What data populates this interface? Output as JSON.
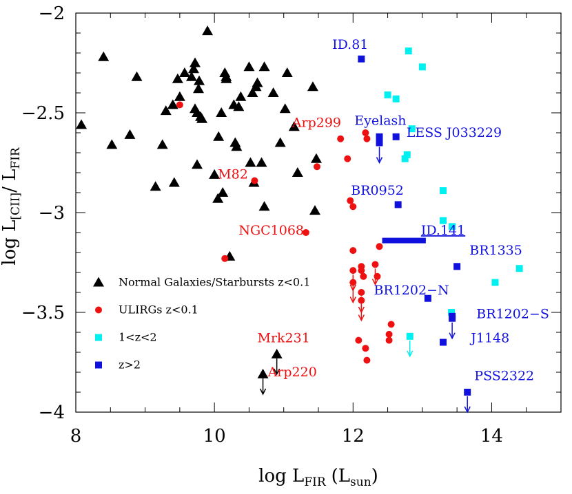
{
  "chart_data": {
    "type": "scatter",
    "xlabel_main": "log L",
    "xlabel_sub": "FIR",
    "xlabel_paren_open": "(L",
    "xlabel_unit_sub": "sun",
    "xlabel_paren_close": ")",
    "ylabel_main": "log L",
    "ylabel_sub1": "[CII]",
    "ylabel_mid": "/ L",
    "ylabel_sub2": "FIR",
    "xlim": [
      8,
      15
    ],
    "ylim": [
      -4,
      -2
    ],
    "x_ticks": [
      "8",
      "10",
      "12",
      "14"
    ],
    "y_ticks": [
      "−2",
      "−2.5",
      "−3",
      "−3.5",
      "−4"
    ],
    "colors": {
      "normal": "#000000",
      "ulirg": "#ee1111",
      "lowz": "#00f0f0",
      "highz": "#1111dd"
    },
    "legend": [
      {
        "label": "Normal Galaxies/Starbursts z<0.1",
        "marker": "triangle",
        "color": "#000000"
      },
      {
        "label": "ULIRGs z<0.1",
        "marker": "circle",
        "color": "#ee1111"
      },
      {
        "label": "1<z<2",
        "marker": "square",
        "color": "#00f0f0"
      },
      {
        "label": "z>2",
        "marker": "square",
        "color": "#1111dd"
      }
    ],
    "series": [
      {
        "name": "Normal Galaxies/Starbursts z<0.1",
        "marker": "triangle",
        "color": "#000000",
        "points": [
          [
            8.08,
            -2.56
          ],
          [
            8.4,
            -2.22
          ],
          [
            8.52,
            -2.66
          ],
          [
            8.78,
            -2.61
          ],
          [
            8.88,
            -2.32
          ],
          [
            9.15,
            -2.87
          ],
          [
            9.25,
            -2.66
          ],
          [
            9.3,
            -2.49
          ],
          [
            9.4,
            -2.46
          ],
          [
            9.42,
            -2.85
          ],
          [
            9.47,
            -2.33
          ],
          [
            9.5,
            -2.42
          ],
          [
            9.57,
            -2.3
          ],
          [
            9.67,
            -2.32
          ],
          [
            9.7,
            -2.28
          ],
          [
            9.72,
            -2.25
          ],
          [
            9.72,
            -2.48
          ],
          [
            9.75,
            -2.5
          ],
          [
            9.77,
            -2.38
          ],
          [
            9.75,
            -2.76
          ],
          [
            9.78,
            -2.34
          ],
          [
            9.8,
            -2.52
          ],
          [
            9.82,
            -2.53
          ],
          [
            9.9,
            -2.09
          ],
          [
            10.0,
            -2.81
          ],
          [
            10.06,
            -2.62
          ],
          [
            10.1,
            -2.5
          ],
          [
            10.12,
            -2.9
          ],
          [
            10.15,
            -2.3
          ],
          [
            10.17,
            -2.33
          ],
          [
            10.17,
            -2.32
          ],
          [
            10.28,
            -2.46
          ],
          [
            10.3,
            -2.65
          ],
          [
            10.32,
            -2.67
          ],
          [
            10.35,
            -2.47
          ],
          [
            10.38,
            -2.42
          ],
          [
            10.5,
            -2.27
          ],
          [
            10.52,
            -2.75
          ],
          [
            10.55,
            -2.4
          ],
          [
            10.57,
            -2.85
          ],
          [
            10.6,
            -2.37
          ],
          [
            10.62,
            -2.35
          ],
          [
            10.68,
            -2.75
          ],
          [
            10.72,
            -2.27
          ],
          [
            10.72,
            -2.97
          ],
          [
            10.85,
            -2.4
          ],
          [
            10.95,
            -2.65
          ],
          [
            11.02,
            -2.48
          ],
          [
            11.05,
            -2.3
          ],
          [
            11.15,
            -2.57
          ],
          [
            11.2,
            -2.8
          ],
          [
            11.42,
            -2.37
          ],
          [
            11.45,
            -2.99
          ],
          [
            11.47,
            -2.73
          ],
          [
            10.05,
            -2.93
          ],
          [
            10.22,
            -3.22
          ]
        ]
      },
      {
        "name": "ULIRGs z<0.1",
        "marker": "circle",
        "color": "#ee1111",
        "points": [
          [
            9.5,
            -2.46
          ],
          [
            10.15,
            -3.23
          ],
          [
            10.58,
            -2.84
          ],
          [
            11.32,
            -3.1
          ],
          [
            11.48,
            -2.77
          ],
          [
            11.82,
            -2.63
          ],
          [
            11.92,
            -2.73
          ],
          [
            11.96,
            -2.94
          ],
          [
            12.0,
            -2.97
          ],
          [
            12.0,
            -3.19
          ],
          [
            12.08,
            -3.64
          ],
          [
            12.12,
            -3.27
          ],
          [
            12.12,
            -3.29
          ],
          [
            12.15,
            -3.32
          ],
          [
            12.18,
            -3.68
          ],
          [
            12.18,
            -2.6
          ],
          [
            12.2,
            -2.63
          ],
          [
            12.2,
            -3.74
          ],
          [
            12.35,
            -3.32
          ],
          [
            12.38,
            -3.17
          ],
          [
            12.52,
            -3.61
          ],
          [
            12.52,
            -3.64
          ],
          [
            12.55,
            -3.56
          ]
        ]
      },
      {
        "name": "1<z<2",
        "marker": "square",
        "color": "#00f0f0",
        "points": [
          [
            12.5,
            -2.41
          ],
          [
            12.62,
            -2.43
          ],
          [
            12.75,
            -2.73
          ],
          [
            12.78,
            -2.71
          ],
          [
            12.85,
            -2.58
          ],
          [
            12.8,
            -2.19
          ],
          [
            13.0,
            -2.27
          ],
          [
            13.3,
            -2.89
          ],
          [
            13.3,
            -3.04
          ],
          [
            13.43,
            -3.07
          ],
          [
            13.42,
            -3.5
          ],
          [
            14.05,
            -3.35
          ],
          [
            14.4,
            -3.28
          ]
        ]
      },
      {
        "name": "z>2",
        "marker": "square",
        "color": "#1111dd",
        "points": [
          [
            12.12,
            -2.23
          ],
          [
            12.38,
            -2.62
          ],
          [
            12.62,
            -2.62
          ],
          [
            12.65,
            -2.96
          ],
          [
            13.08,
            -3.43
          ],
          [
            13.3,
            -3.65
          ],
          [
            13.43,
            -3.52
          ],
          [
            13.5,
            -3.27
          ]
        ]
      }
    ],
    "upper_limits": [
      {
        "x": 10.7,
        "y": -3.81,
        "marker": "triangle",
        "color": "#000000"
      },
      {
        "x": 10.9,
        "y": -3.71,
        "marker": "triangle",
        "color": "#000000"
      },
      {
        "x": 12.0,
        "y": -3.29,
        "marker": "circle",
        "color": "#ee1111"
      },
      {
        "x": 12.0,
        "y": -3.35,
        "marker": "circle",
        "color": "#ee1111"
      },
      {
        "x": 12.12,
        "y": -3.4,
        "marker": "circle",
        "color": "#ee1111"
      },
      {
        "x": 12.12,
        "y": -3.44,
        "marker": "circle",
        "color": "#ee1111"
      },
      {
        "x": 12.32,
        "y": -3.26,
        "marker": "circle",
        "color": "#ee1111"
      },
      {
        "x": 12.82,
        "y": -3.62,
        "marker": "square",
        "color": "#00f0f0"
      },
      {
        "x": 12.38,
        "y": -2.65,
        "marker": "square",
        "color": "#1111dd"
      },
      {
        "x": 13.43,
        "y": -3.53,
        "marker": "square",
        "color": "#1111dd"
      },
      {
        "x": 13.65,
        "y": -3.9,
        "marker": "square",
        "color": "#1111dd"
      }
    ],
    "annotations": [
      {
        "text": "ID.81",
        "x": 11.7,
        "y": -2.18,
        "color": "#1111dd"
      },
      {
        "text": "Arp299",
        "x": 11.12,
        "y": -2.57,
        "color": "#ee1111"
      },
      {
        "text": "Eyelash",
        "x": 12.02,
        "y": -2.56,
        "color": "#1111dd"
      },
      {
        "text": "LESS J033229",
        "x": 12.77,
        "y": -2.62,
        "color": "#1111dd"
      },
      {
        "text": "M82",
        "x": 10.05,
        "y": -2.83,
        "color": "#ee1111"
      },
      {
        "text": "BR0952",
        "x": 11.97,
        "y": -2.91,
        "color": "#1111dd"
      },
      {
        "text": "NGC1068",
        "x": 10.35,
        "y": -3.11,
        "color": "#ee1111"
      },
      {
        "text": "ID.141",
        "x": 12.98,
        "y": -3.11,
        "color": "#1111dd",
        "underline": true
      },
      {
        "text": "BR1335",
        "x": 13.68,
        "y": -3.21,
        "color": "#1111dd"
      },
      {
        "text": "BR1202−N",
        "x": 12.3,
        "y": -3.41,
        "color": "#1111dd"
      },
      {
        "text": "BR1202−S",
        "x": 13.78,
        "y": -3.53,
        "color": "#1111dd"
      },
      {
        "text": "Mrk231",
        "x": 10.62,
        "y": -3.65,
        "color": "#ee1111"
      },
      {
        "text": "J1148",
        "x": 13.7,
        "y": -3.65,
        "color": "#1111dd"
      },
      {
        "text": "Arp220",
        "x": 10.77,
        "y": -3.82,
        "color": "#ee1111"
      },
      {
        "text": "PSS2322",
        "x": 13.75,
        "y": -3.84,
        "color": "#1111dd"
      }
    ],
    "range_bar": {
      "x_start": 12.42,
      "x_end": 13.05,
      "y": -3.14,
      "color": "#1111dd"
    }
  }
}
